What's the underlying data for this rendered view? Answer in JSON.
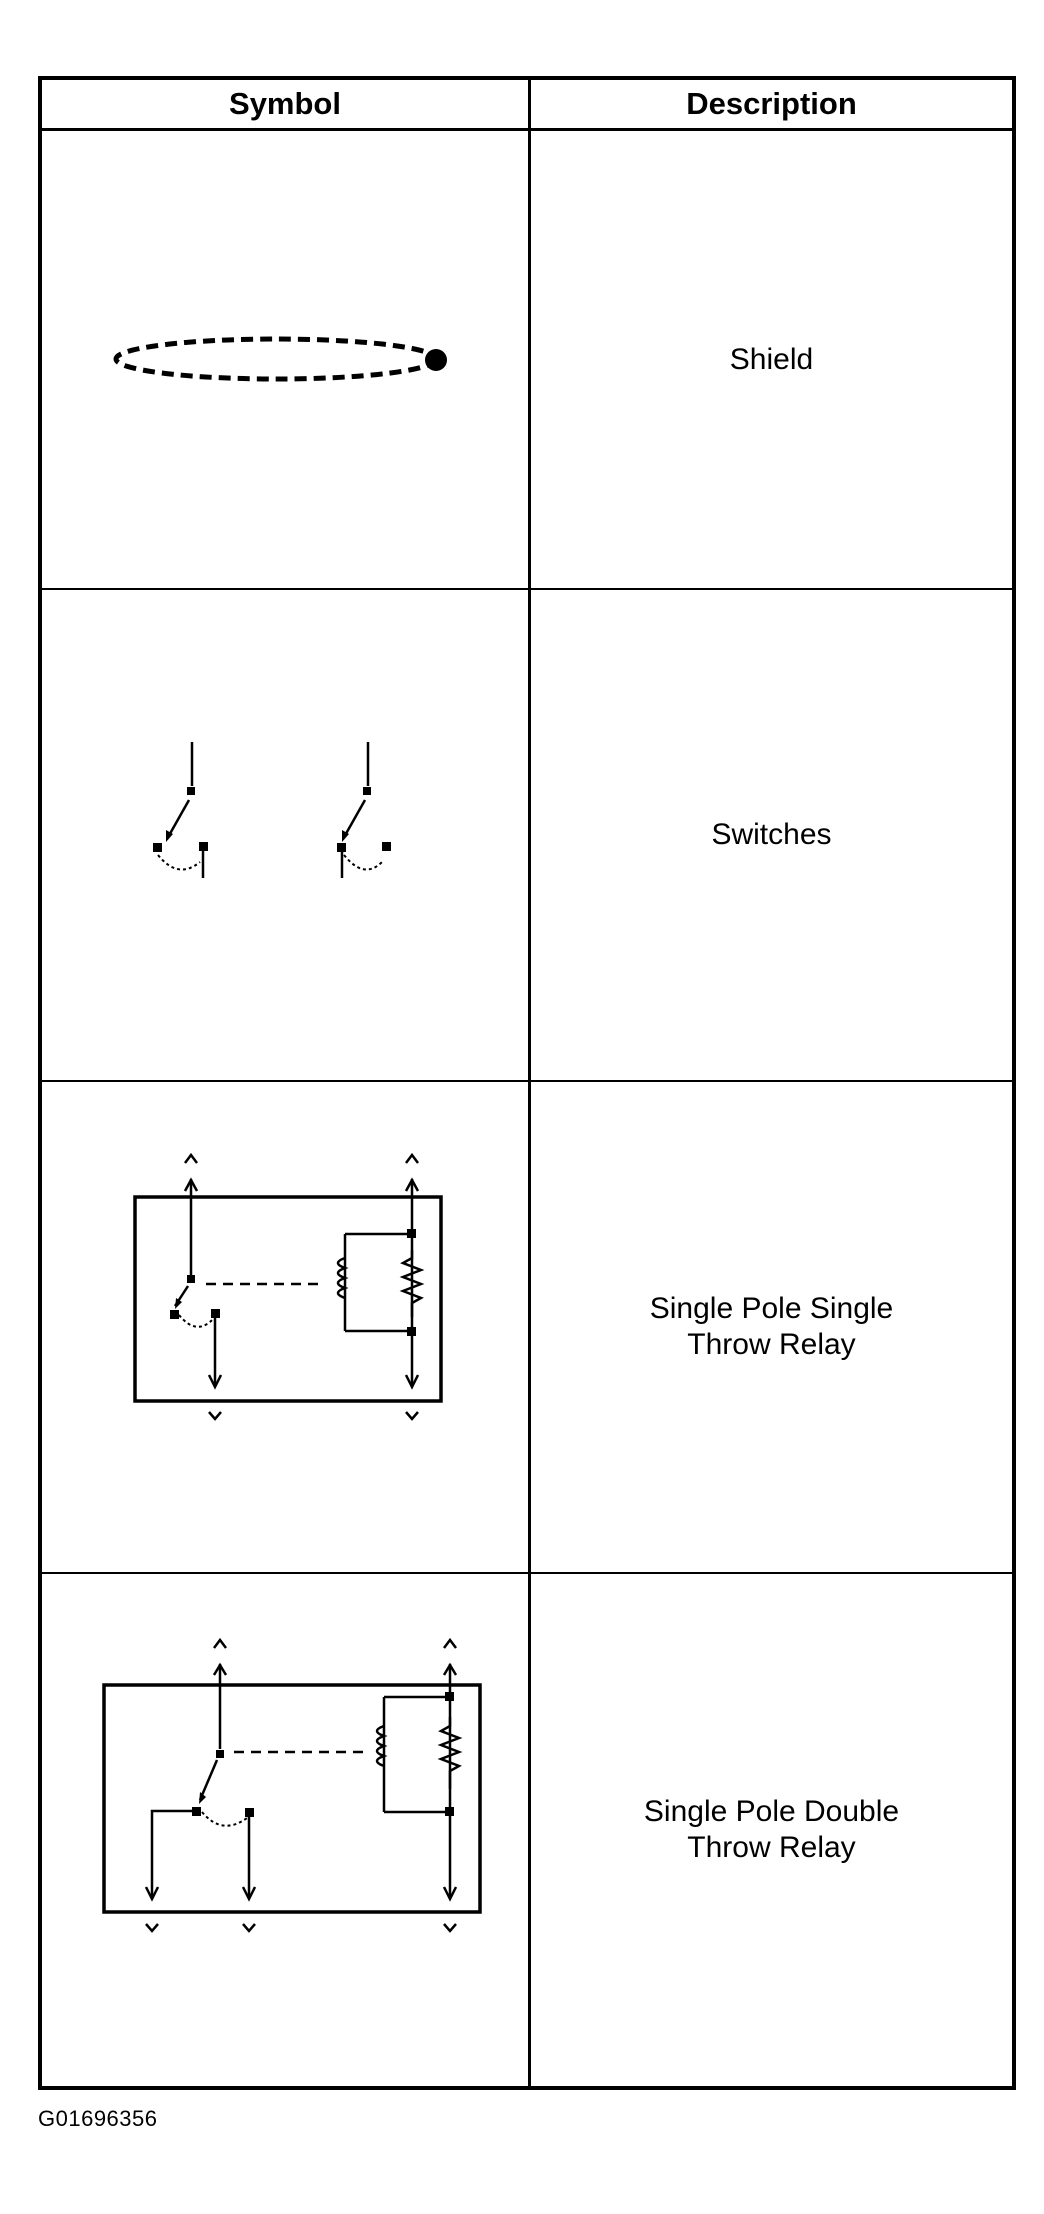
{
  "table": {
    "headers": {
      "symbol": "Symbol",
      "description": "Description"
    },
    "rows": [
      {
        "symbol": "shield-symbol",
        "description_lines": [
          "Shield"
        ]
      },
      {
        "symbol": "switches-symbol",
        "description_lines": [
          "Switches"
        ]
      },
      {
        "symbol": "spst-relay-symbol",
        "description_lines": [
          "Single Pole Single",
          "Throw Relay"
        ]
      },
      {
        "symbol": "spdt-relay-symbol",
        "description_lines": [
          "Single Pole Double",
          "Throw Relay"
        ]
      }
    ]
  },
  "figure_id": "G01696356"
}
